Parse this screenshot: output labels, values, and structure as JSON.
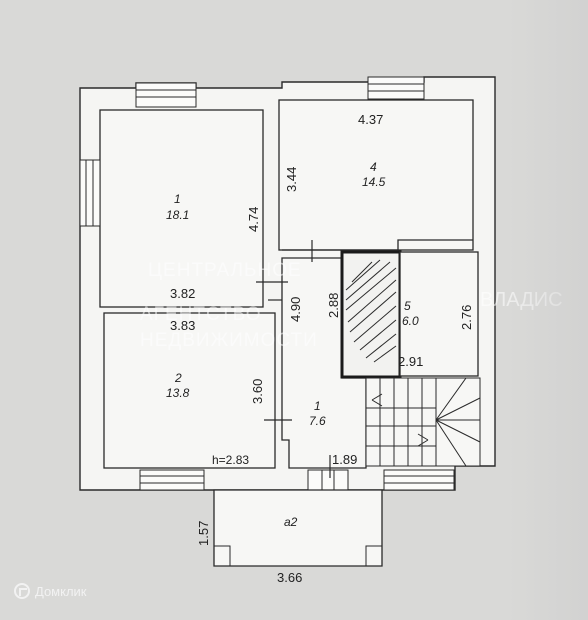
{
  "rooms": [
    {
      "id": "1",
      "num": "1",
      "area": "18.1"
    },
    {
      "id": "2",
      "num": "2",
      "area": "13.8"
    },
    {
      "id": "3",
      "num": "1",
      "area": "7.6"
    },
    {
      "id": "4",
      "num": "4",
      "area": "14.5"
    },
    {
      "id": "5",
      "num": "5",
      "area": "6.0"
    },
    {
      "id": "a2",
      "num": "a2",
      "area": ""
    }
  ],
  "dimensions": {
    "room4_width": "4.37",
    "room4_height": "3.44",
    "room1_height": "4.74",
    "room1_width": "3.82",
    "room2_width": "3.83",
    "room2_height": "3.60",
    "corridor_height": "4.90",
    "closet_height": "2.88",
    "room5_width": "2.91",
    "room5_height": "2.76",
    "corridor_width": "1.89",
    "porch_height": "1.57",
    "porch_width": "3.66"
  },
  "ceiling_height": "h=2.83",
  "watermark": {
    "line1": "ЦЕНТРАЛЬНОЕ",
    "line2": "АГЕНТСТВО",
    "line3": "НЕДВИЖИМОСТИ",
    "right_text": "ВЛАДИС"
  },
  "brand": {
    "name": "Домклик",
    "icon": "domclick-logo-icon"
  },
  "colors": {
    "wall": "#f4f4f2",
    "line": "#2a2a2a",
    "background": "#d9d9d7"
  }
}
